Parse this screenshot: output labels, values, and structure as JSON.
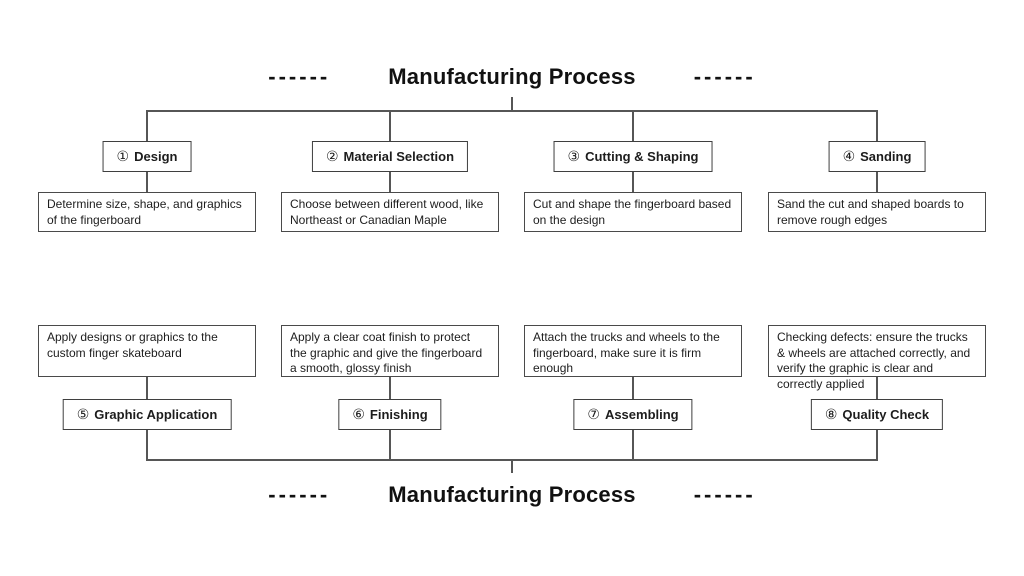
{
  "title": "Manufacturing Process",
  "decoration": {
    "dashes": "------"
  },
  "steps": [
    {
      "number": "①",
      "label": "Design",
      "description": "Determine size, shape, and graphics of the fingerboard"
    },
    {
      "number": "②",
      "label": "Material Selection",
      "description": "Choose between different wood, like Northeast or Canadian Maple"
    },
    {
      "number": "③",
      "label": "Cutting & Shaping",
      "description": "Cut and shape the fingerboard based on the design"
    },
    {
      "number": "④",
      "label": "Sanding",
      "description": "Sand the cut and shaped boards to remove rough edges"
    },
    {
      "number": "⑤",
      "label": "Graphic Application",
      "description": "Apply designs or graphics to the custom finger skateboard"
    },
    {
      "number": "⑥",
      "label": "Finishing",
      "description": "Apply a clear coat finish to protect the graphic and give the fingerboard a smooth, glossy finish"
    },
    {
      "number": "⑦",
      "label": "Assembling",
      "description": "Attach the trucks and wheels to the fingerboard, make sure it is firm enough"
    },
    {
      "number": "⑧",
      "label": "Quality Check",
      "description": "Checking defects: ensure the trucks & wheels are attached correctly, and verify the graphic is clear and correctly applied"
    }
  ],
  "colors": {
    "background": "#ffffff",
    "line": "#565656",
    "box_border": "#3f3f3f",
    "text": "#1d1d1d"
  }
}
